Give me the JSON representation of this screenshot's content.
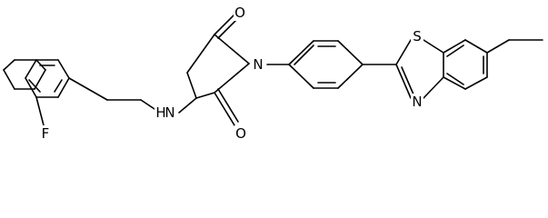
{
  "atoms": {
    "F": "F",
    "N_amine": "N",
    "H_amine": "H",
    "O_top": "O",
    "O_bottom": "O",
    "N_imide": "N",
    "S": "S",
    "N_thiazole": "N"
  },
  "colors": {
    "line": "#000000",
    "background": "#ffffff"
  }
}
